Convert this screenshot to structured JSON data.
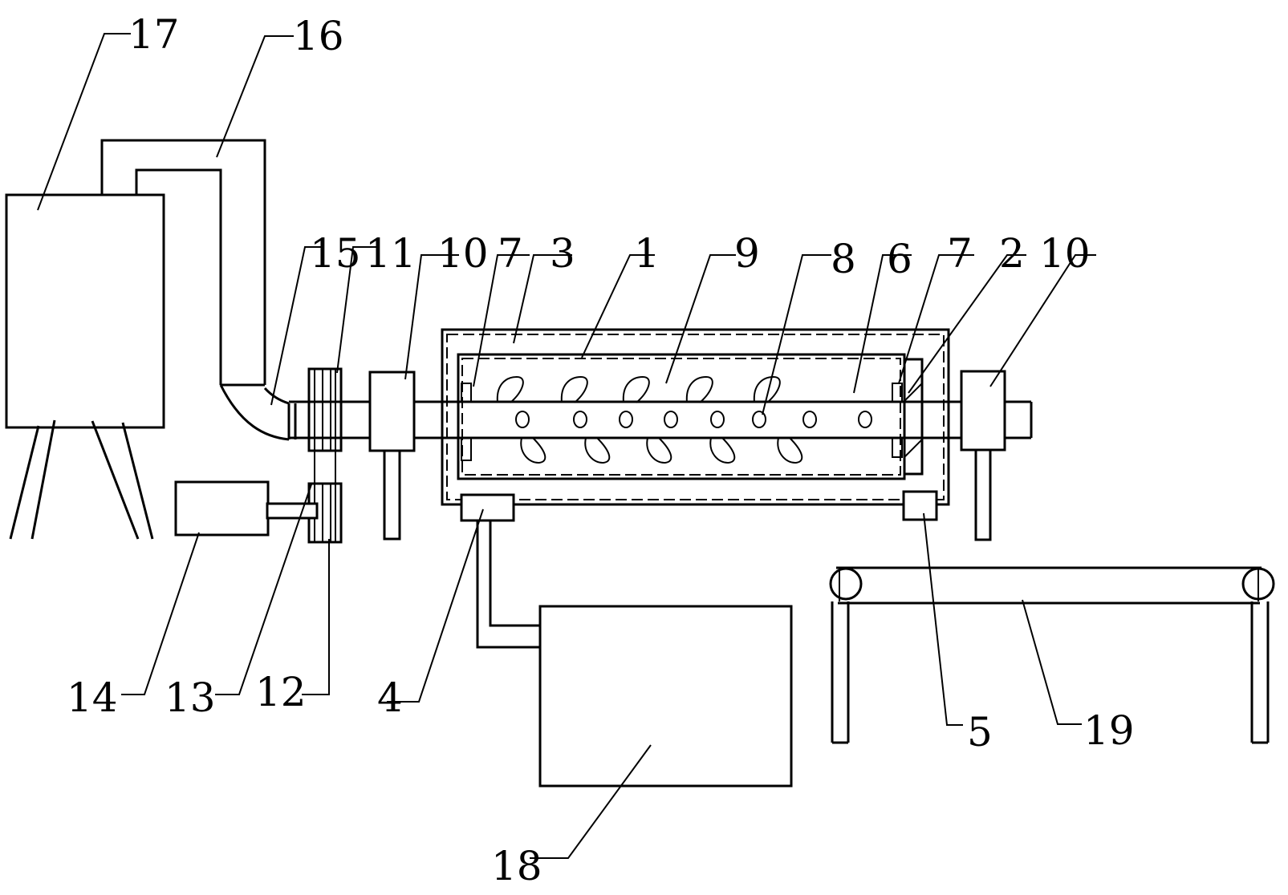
{
  "diagram": {
    "type": "patent-schematic",
    "background": "#ffffff",
    "line_color": "#000000",
    "labels": {
      "l1": "1",
      "l2": "2",
      "l3": "3",
      "l4": "4",
      "l5": "5",
      "l6": "6",
      "l7a": "7",
      "l7b": "7",
      "l8": "8",
      "l9": "9",
      "l10a": "10",
      "l10b": "10",
      "l11": "11",
      "l12": "12",
      "l13": "13",
      "l14": "14",
      "l15": "15",
      "l16": "16",
      "l17": "17",
      "l18": "18",
      "l19": "19"
    },
    "components": [
      {
        "id": "17",
        "name": "tank-on-stand"
      },
      {
        "id": "16",
        "name": "supply-pipe"
      },
      {
        "id": "15",
        "name": "pipe-elbow"
      },
      {
        "id": "11",
        "name": "upper-pulley"
      },
      {
        "id": "12",
        "name": "lower-pulley"
      },
      {
        "id": "13",
        "name": "drive-belt"
      },
      {
        "id": "14",
        "name": "motor"
      },
      {
        "id": "10",
        "name": "bearing-support"
      },
      {
        "id": "3",
        "name": "outer-housing"
      },
      {
        "id": "1",
        "name": "inner-drum"
      },
      {
        "id": "2",
        "name": "end-plate"
      },
      {
        "id": "7",
        "name": "seal-ring"
      },
      {
        "id": "8",
        "name": "spray-holes"
      },
      {
        "id": "9",
        "name": "hollow-shaft"
      },
      {
        "id": "6",
        "name": "stirring-blades"
      },
      {
        "id": "4",
        "name": "inlet-port"
      },
      {
        "id": "5",
        "name": "outlet-port"
      },
      {
        "id": "18",
        "name": "heater-unit"
      },
      {
        "id": "19",
        "name": "conveyor"
      }
    ]
  }
}
